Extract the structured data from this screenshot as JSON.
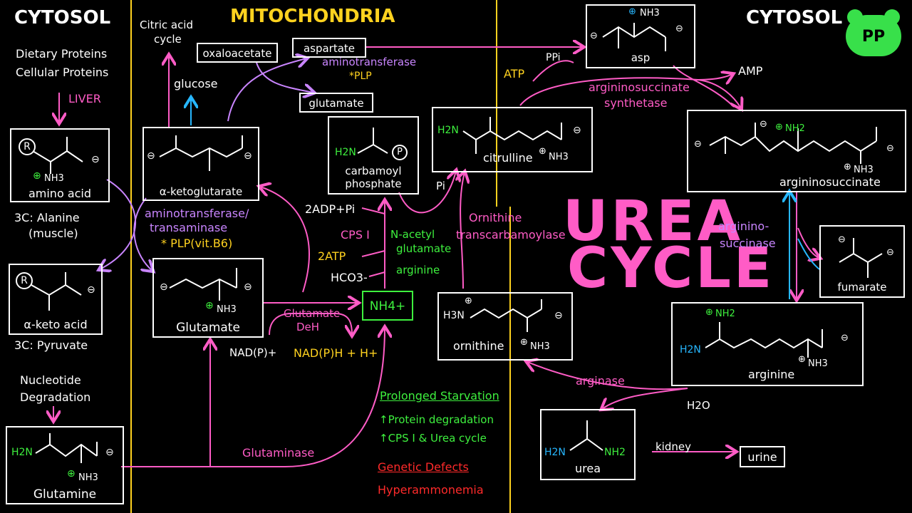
{
  "colors": {
    "pink": "#ff5cc6",
    "purple": "#c985ff",
    "yellow": "#ffd21f",
    "green": "#3ef03e",
    "blue": "#27b7ff",
    "red": "#ff2a2a",
    "background": "#000000"
  },
  "headers": {
    "cytosol_left": "CYTOSOL",
    "mitochondria": "MITOCHONDRIA",
    "cytosol_right": "CYTOSOL"
  },
  "logo": {
    "text": "PP"
  },
  "left": {
    "dietary": "Dietary Proteins",
    "cellular": "Cellular Proteins",
    "liver": "LIVER",
    "amino_acid": "amino acid",
    "alanine_1": "3C: Alanine",
    "alanine_2": "(muscle)",
    "keto_acid": "α-keto acid",
    "pyruvate": "3C: Pyruvate",
    "nucleotide_1": "Nucleotide",
    "nucleotide_2": "Degradation",
    "glutamine": "Glutamine"
  },
  "mito": {
    "citric_1": "Citric acid",
    "citric_2": "cycle",
    "glucose": "glucose",
    "oxaloacetate": "oxaloacetate",
    "aspartate": "aspartate",
    "glutamate_top": "glutamate",
    "aminotransferase_top": "aminotransferase",
    "plp_top": "*PLP",
    "alpha_kg": "α-ketoglutarate",
    "aminotransferase_1": "aminotransferase/",
    "transaminase": "transaminase",
    "plp_vit": "* PLP(vit.B6)",
    "glutamate_box": "Glutamate",
    "glutamate_deh_1": "Glutamate",
    "glutamate_deh_2": "DeH",
    "nadp": "NAD(P)+",
    "nadph": "NAD(P)H + H+",
    "glutaminase": "Glutaminase",
    "carbamoyl_1": "carbamoyl",
    "carbamoyl_2": "phosphate",
    "adp": "2ADP+Pi",
    "cps": "CPS I",
    "atp2": "2ATP",
    "hco3": "HCO3-",
    "n_acetyl_1": "N-acetyl",
    "n_acetyl_2": "glutamate",
    "arginine_act": "arginine",
    "nh4": "NH4+",
    "starvation": "Prolonged Starvation",
    "protein_deg": "↑Protein degradation",
    "cps_urea": "↑CPS I & Urea cycle",
    "genetic": "Genetic Defects",
    "hyper": "Hyperammonemia"
  },
  "cycle": {
    "citrulline": "citrulline",
    "pi": "Pi",
    "otc_1": "Ornithine",
    "otc_2": "transcarbamoylase",
    "ornithine": "ornithine",
    "urea_cycle_1": "UREA",
    "urea_cycle_2": "CYCLE",
    "atp": "ATP",
    "ppi": "PPi",
    "asp": "asp",
    "amp": "AMP",
    "ass_1": "argininosuccinate",
    "ass_2": "synthetase",
    "argininosuccinate": "argininosuccinate",
    "asl_1": "arginino-",
    "asl_2": "succinase",
    "fumarate": "fumarate",
    "arginine": "arginine",
    "arginase": "arginase",
    "h2o": "H2O",
    "urea": "urea",
    "kidney": "kidney",
    "urine": "urine"
  },
  "chem": {
    "h2n": "H2N",
    "nh3": "NH3",
    "nh2": "NH2",
    "h3n": "H3N",
    "p": "P",
    "r": "R",
    "plus": "⊕",
    "minus": "⊖"
  }
}
